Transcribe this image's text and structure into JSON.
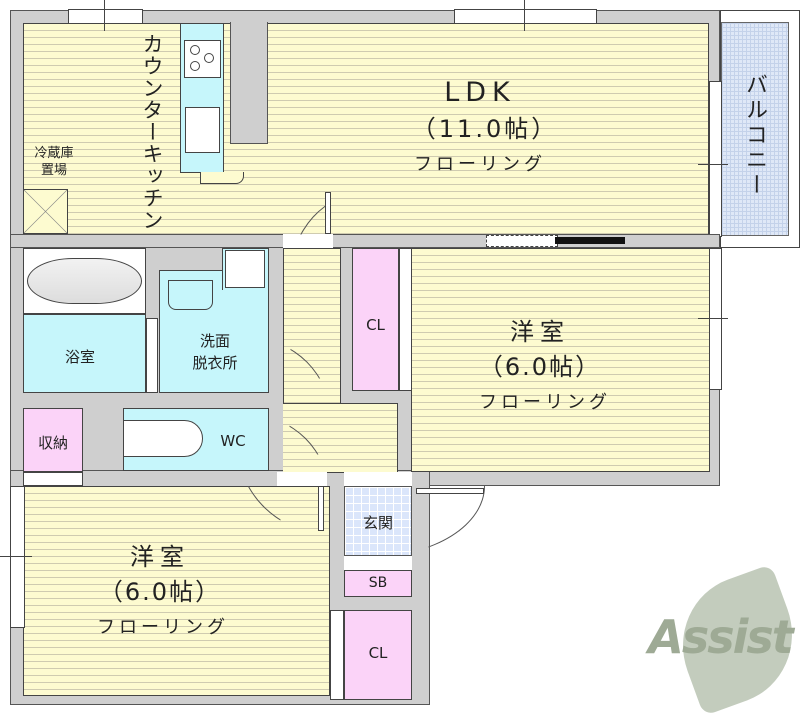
{
  "floorplan": {
    "rooms": {
      "ldk": {
        "name": "LDK",
        "size": "（11.0帖）",
        "floor": "フローリング"
      },
      "kitchen": {
        "label": "カウンターキッチン"
      },
      "fridge": {
        "line1": "冷蔵庫",
        "line2": "置場"
      },
      "balcony": {
        "label": "バルコニー"
      },
      "bath": {
        "label": "浴室"
      },
      "washroom": {
        "line1": "洗面",
        "line2": "脱衣所"
      },
      "storage": {
        "label": "収納"
      },
      "wc": {
        "label": "WC"
      },
      "bedroom_east": {
        "name": "洋室",
        "size": "（6.0帖）",
        "floor": "フローリング"
      },
      "bedroom_east_closet": {
        "label": "CL"
      },
      "bedroom_west": {
        "name": "洋室",
        "size": "（6.0帖）",
        "floor": "フローリング"
      },
      "bedroom_west_closet": {
        "label": "CL"
      },
      "entrance": {
        "label": "玄関"
      },
      "shoebox": {
        "label": "SB"
      }
    },
    "logo": {
      "text": "Assist",
      "color": "#9eaa95",
      "accent": "#b98a8a"
    },
    "colors": {
      "floor": "#fdfbd0",
      "wall": "#cfcfcf",
      "wet_area": "#c6f6fb",
      "storage": "#fbd3f8",
      "entrance_tile": "#dbe6fb",
      "balcony": "#dfe8f7"
    }
  }
}
